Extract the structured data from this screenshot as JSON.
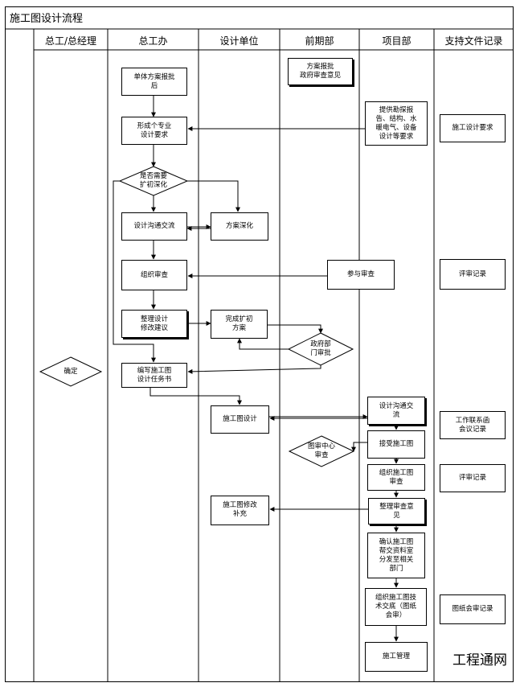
{
  "title": "施工图设计流程",
  "lanes": [
    "总工/总经理",
    "总工办",
    "设计单位",
    "前期部",
    "项目部",
    "支持文件记录"
  ],
  "nodes": {
    "n1": "单体方案报批\n后",
    "n2": "方案报批\n政府审查意见",
    "n3": "提供勘探报\n告、结构、水\n暖电气、设备\n设计等要求",
    "n4": "形成个专业\n设计要求",
    "n5": "是否需要\n扩初深化",
    "n6": "设计沟通交流",
    "n7": "方案深化",
    "n8": "组织审查",
    "n9": "参与审查",
    "n10": "整理设计\n修改建议",
    "n11": "完成扩初\n方案",
    "n12": "政府部\n门审批",
    "n13": "确定",
    "n14": "编写施工图\n设计任务书",
    "n15": "施工图设计",
    "n16": "设计沟通交\n流",
    "n17": "图审中心\n审查",
    "n18": "接受施工图",
    "n19": "组织施工图\n审查",
    "n20": "施工图修改\n补充",
    "n21": "整理审查意\n见",
    "n22": "确认施工图\n帮交资料室\n分发至相关\n部门",
    "n23": "组织施工图技\n术交底（图纸\n会审）",
    "n24": "施工管理"
  },
  "records": {
    "r1": "施工设计要求",
    "r2": "评审记录",
    "r3": "工作联系函\n会议记录",
    "r4": "评审记录",
    "r5": "图纸会审记录"
  },
  "watermark": "工程通网"
}
